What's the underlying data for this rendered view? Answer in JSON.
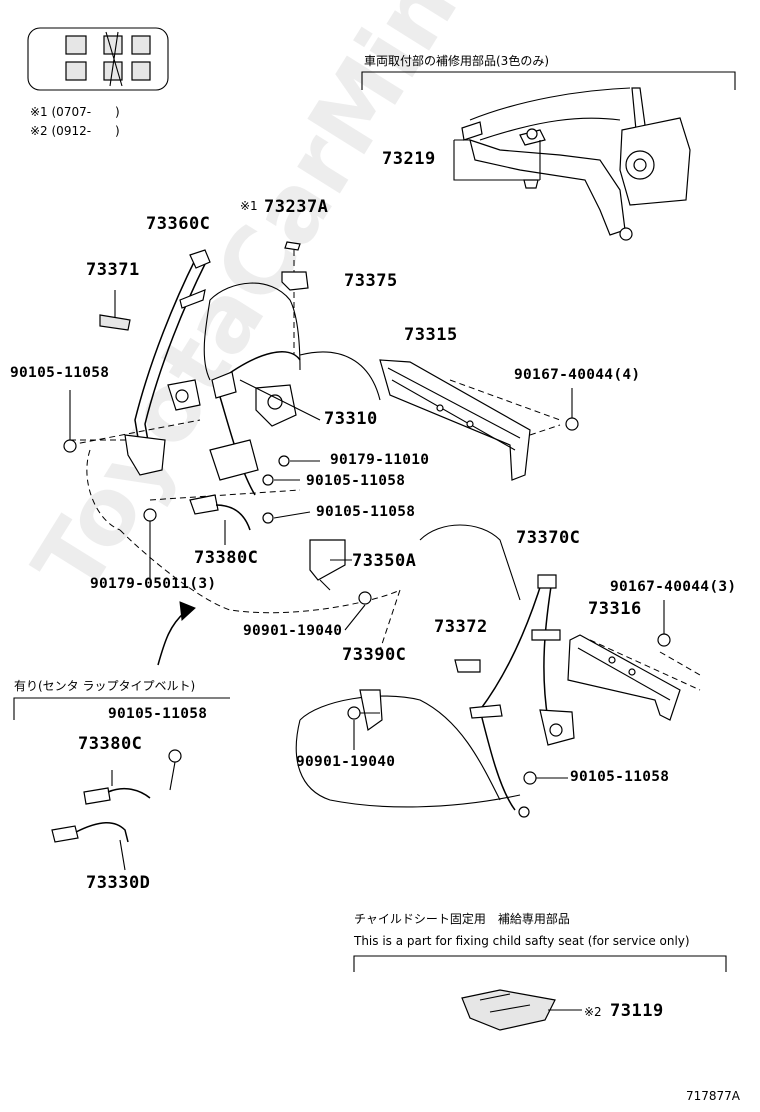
{
  "footnotes": {
    "n1": "※1 (0707-　　)",
    "n2": "※2 (0912-　　)"
  },
  "top_bracket_note": "車両取付部の補修用部品(3色のみ)",
  "center_lap_note": "有り(センタ ラップタイプベルト)",
  "child_seat_note_jp": "チャイルドシート固定用　補給専用部品",
  "child_seat_note_en": "This is a part for fixing child safty seat (for service only)",
  "watermark": "ToyotaCarMine.ru",
  "diagram_id": "717877A",
  "parts": {
    "p73219": "73219",
    "p73237A_mark": "※1",
    "p73237A": "73237A",
    "p73360C": "73360C",
    "p73371": "73371",
    "p73375": "73375",
    "p73315": "73315",
    "p90105_a": "90105-11058",
    "p90167_a": "90167-40044(4)",
    "p73310": "73310",
    "p90179_11010": "90179-11010",
    "p90105_b": "90105-11058",
    "p90105_c": "90105-11058",
    "p73370C": "73370C",
    "p73380C_a": "73380C",
    "p73350A": "73350A",
    "p90167_b": "90167-40044(3)",
    "p90179_05011": "90179-05011(3)",
    "p73316": "73316",
    "p90901_a": "90901-19040",
    "p73372": "73372",
    "p73390C": "73390C",
    "p90105_d": "90105-11058",
    "p73380C_b": "73380C",
    "p90901_b": "90901-19040",
    "p90105_e": "90105-11058",
    "p73330D": "73330D",
    "p73119_mark": "※2",
    "p73119": "73119"
  }
}
